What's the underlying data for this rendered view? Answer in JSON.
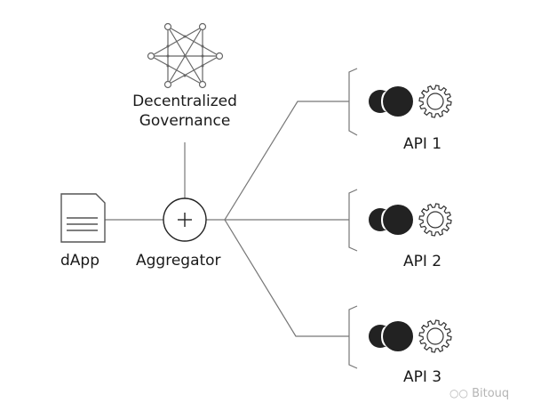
{
  "governance": {
    "line1": "Decentralized",
    "line2": "Governance",
    "icon": "network-graph-icon"
  },
  "dapp": {
    "label": "dApp",
    "icon": "document-icon"
  },
  "aggregator": {
    "label": "Aggregator",
    "icon": "plus-circle-icon"
  },
  "apis": [
    {
      "label": "API 1",
      "icons": [
        "overlapping-circles-icon",
        "gear-icon"
      ]
    },
    {
      "label": "API 2",
      "icons": [
        "overlapping-circles-icon",
        "gear-icon"
      ]
    },
    {
      "label": "API 3",
      "icons": [
        "overlapping-circles-icon",
        "gear-icon"
      ]
    }
  ],
  "watermark": {
    "text": "Bitouq",
    "icon": "wechat-icon"
  },
  "colors": {
    "line": "#777777",
    "ink": "#222222",
    "text": "#1a1a1a"
  }
}
